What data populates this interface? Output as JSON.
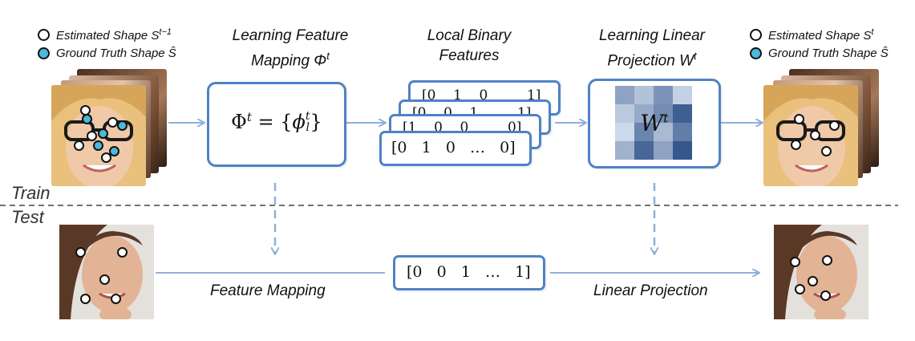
{
  "legend_left": {
    "estimated": "Estimated Shape S",
    "estimated_sup": "t−1",
    "ground_truth": "Ground Truth Shape Ŝ"
  },
  "legend_right": {
    "estimated": "Estimated Shape S",
    "estimated_sup": "t",
    "ground_truth": "Ground Truth Shape Ŝ"
  },
  "headings": {
    "feature_mapping_line1": "Learning Feature",
    "feature_mapping_line2": "Mapping Φ",
    "feature_mapping_sup": "t",
    "lbf_line1": "Local Binary",
    "lbf_line2": "Features",
    "projection_line1": "Learning Linear",
    "projection_line2": "Projection W",
    "projection_sup": "t"
  },
  "formula": {
    "lhs": "Φ",
    "lhs_sup": "t",
    "eq": " = {",
    "phi": "ϕ",
    "phi_sup": "t",
    "phi_sub": "l",
    "close": "}"
  },
  "binary_vectors": {
    "back3": "[0    1    0         1]",
    "back2": "[0    0    1         1]",
    "back1": "[1    0    0         0]",
    "front": "[0   1   0   …   0]",
    "test": "[0   0   1   …   1]"
  },
  "matrix": {
    "label": "W",
    "label_sup": "t",
    "cells": [
      [
        0.45,
        0.25,
        0.55,
        0.15
      ],
      [
        0.2,
        0.4,
        0.6,
        0.9
      ],
      [
        0.1,
        0.65,
        0.3,
        0.7
      ],
      [
        0.35,
        0.85,
        0.45,
        0.95
      ]
    ]
  },
  "phase_labels": {
    "train": "Train",
    "test": "Test"
  },
  "bottom_labels": {
    "feature_mapping": "Feature Mapping",
    "linear_projection": "Linear Projection"
  },
  "colors": {
    "card_border": "#4f82c4",
    "arrow": "#8fb0da",
    "ground_truth": "#4cb8dc",
    "matrix_dark": "#2d4f86"
  }
}
